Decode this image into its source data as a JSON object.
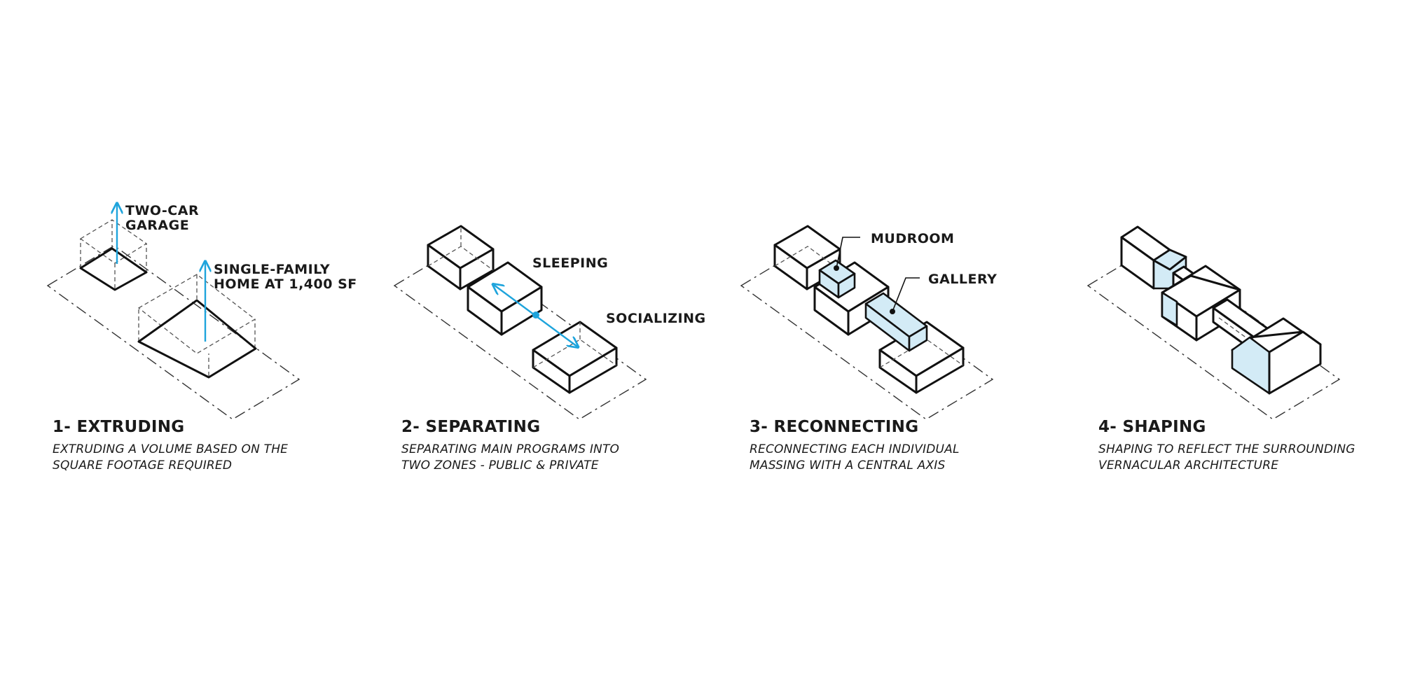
{
  "labels": {
    "garage_line1": "TWO-CAR",
    "garage_line2": "GARAGE",
    "home_line1": "SINGLE-FAMILY",
    "home_line2": "HOME AT 1,400 SF",
    "sleeping": "SLEEPING",
    "socializing": "SOCIALIZING",
    "mudroom": "MUDROOM",
    "gallery": "GALLERY"
  },
  "steps": [
    {
      "title": "1- EXTRUDING",
      "desc_line1": "EXTRUDING A VOLUME BASED ON THE",
      "desc_line2": "SQUARE FOOTAGE REQUIRED"
    },
    {
      "title": "2- SEPARATING",
      "desc_line1": "SEPARATING MAIN PROGRAMS INTO",
      "desc_line2": "TWO ZONES - PUBLIC & PRIVATE"
    },
    {
      "title": "3- RECONNECTING",
      "desc_line1": "RECONNECTING EACH INDIVIDUAL",
      "desc_line2": "MASSING WITH A CENTRAL AXIS"
    },
    {
      "title": "4- SHAPING",
      "desc_line1": "SHAPING TO REFLECT THE SURROUNDING",
      "desc_line2": "VERNACULAR ARCHITECTURE"
    }
  ],
  "colors": {
    "accent": "#1ea4dc",
    "accent_fill": "#d3ebf6",
    "line": "#111111"
  }
}
